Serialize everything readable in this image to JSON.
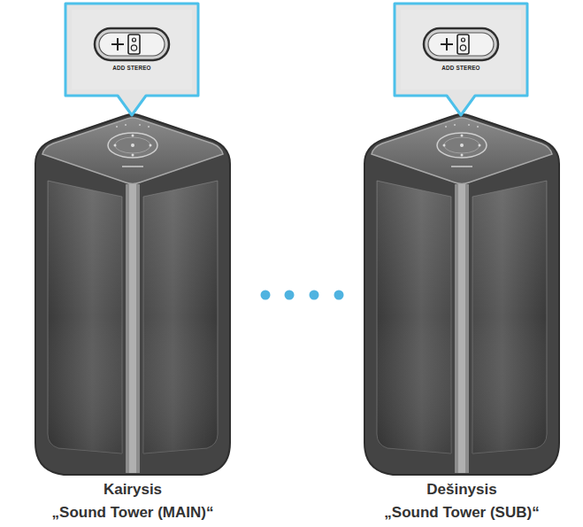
{
  "diagram": {
    "nodes": [
      {
        "text": [
          "ADD STEREO"
        ]
      },
      {
        "text": [
          "ADD STEREO"
        ]
      }
    ],
    "labels": [
      "Kairysis",
      "„Sound Tower (MAIN)“",
      "Dešinysis",
      "„Sound Tower (SUB)“"
    ]
  }
}
